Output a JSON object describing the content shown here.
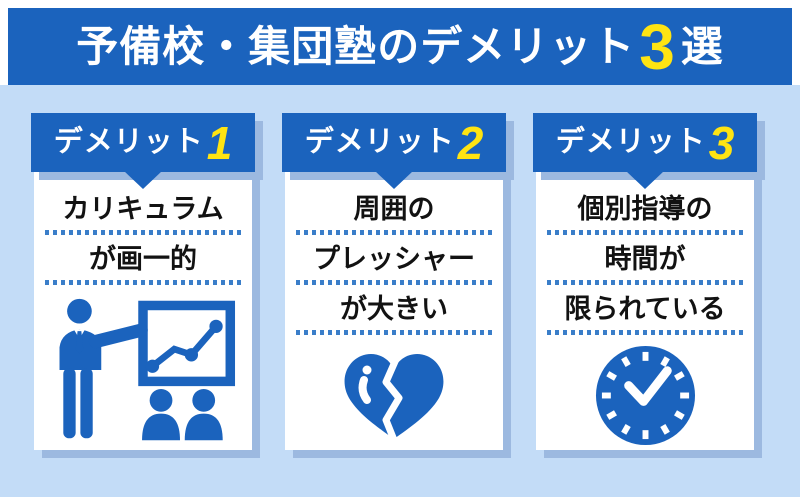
{
  "banner": {
    "title_prefix": "予備校・集団塾のデメリット",
    "title_number": "3",
    "title_suffix": "選"
  },
  "cards": [
    {
      "label": "デメリット",
      "number": "1",
      "lines": {
        "0": "カリキュラム",
        "1": "が画一的"
      },
      "icon": "presentation-icon"
    },
    {
      "label": "デメリット",
      "number": "2",
      "lines": {
        "0": "周囲の",
        "1": "プレッシャー",
        "2": "が大きい"
      },
      "icon": "broken-heart-icon"
    },
    {
      "label": "デメリット",
      "number": "3",
      "lines": {
        "0": "個別指導の",
        "1": "時間が",
        "2": "限られている"
      },
      "icon": "clock-icon"
    }
  ],
  "colors": {
    "primary_blue": "#1b63bd",
    "light_blue_background": "#c3dcf7",
    "accent_yellow": "#ffe412",
    "card_shadow": "#9cb9e0",
    "dotted_line_blue": "#3a7ec9",
    "text_black": "#121212"
  }
}
